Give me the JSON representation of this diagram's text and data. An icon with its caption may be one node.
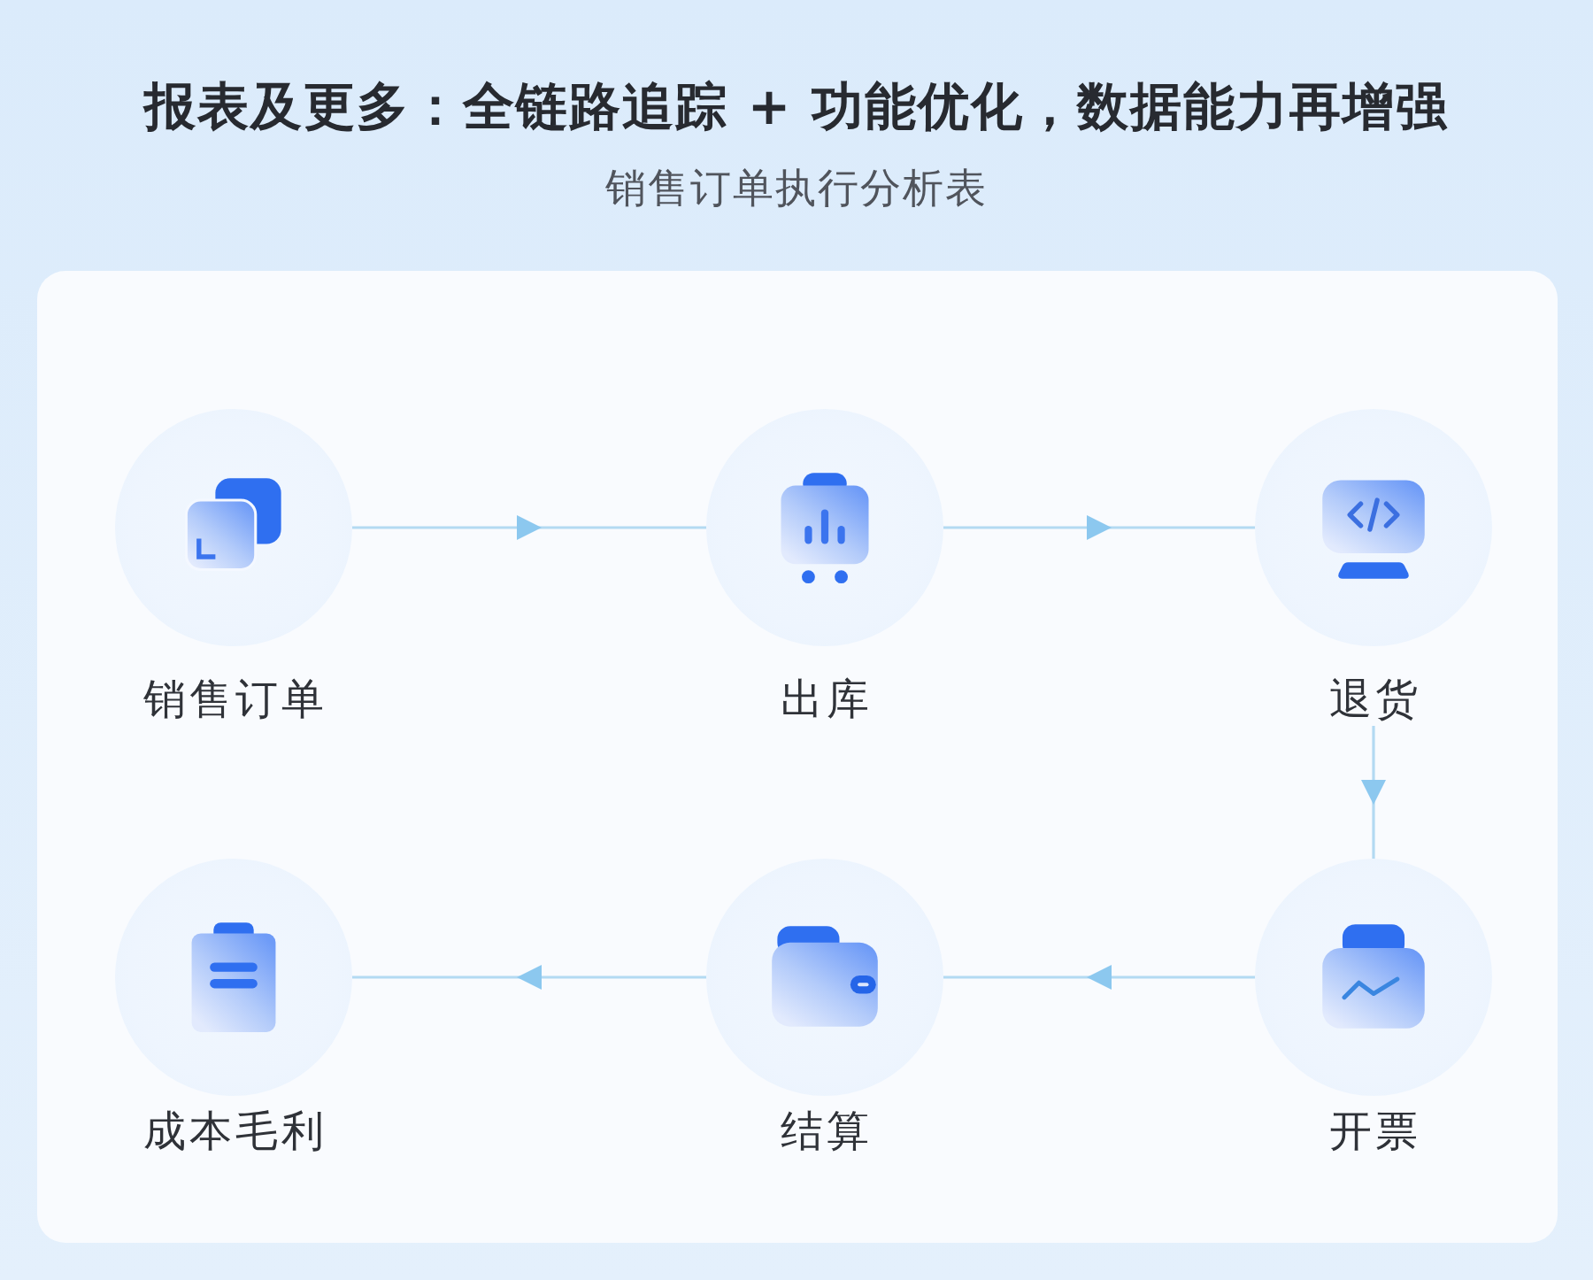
{
  "diagram": {
    "title": "报表及更多：全链路追踪 + 功能优化，数据能力再增强",
    "nodes": [
      {
        "text": [
          "销售订单"
        ]
      },
      {
        "text": [
          "出库"
        ]
      },
      {
        "text": [
          "退货"
        ]
      },
      {
        "text": [
          "开票"
        ]
      },
      {
        "text": [
          "结算"
        ]
      },
      {
        "text": [
          "成本毛利"
        ]
      }
    ],
    "edges": [
      {
        "from": 0,
        "to": 1,
        "arrow": "to"
      },
      {
        "from": 1,
        "to": 2,
        "arrow": "to"
      },
      {
        "from": 2,
        "to": 3,
        "arrow": "to"
      },
      {
        "from": 3,
        "to": 4,
        "arrow": "to"
      },
      {
        "from": 4,
        "to": 5,
        "arrow": "to"
      }
    ],
    "labels": [
      "销售订单执行分析表"
    ]
  }
}
